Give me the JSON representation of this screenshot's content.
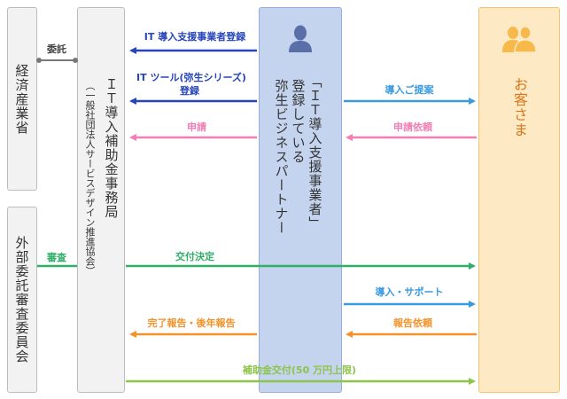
{
  "colors": {
    "navy": "#2545b8",
    "blue": "#3a9ae0",
    "pink": "#ef7fb4",
    "green": "#2faf67",
    "orange": "#f39228",
    "lime": "#8cc44a",
    "partner_fill": "#c5d4ee",
    "partner_border": "#98addb",
    "customer_fill": "#fde9c4",
    "customer_border": "#f2c46d"
  },
  "entities": {
    "meti": "経済産業省",
    "review": "外部委託審査委員会",
    "office_main": "ＩＴ導入補助金事務局",
    "office_sub": "（一般社団法人サービスデザイン推進協会）",
    "partner_line1": "「ＩＴ導入支援事業者」",
    "partner_line2": "登録している",
    "partner_line3": "弥生ビジネスパートナー",
    "customer": "お客さま"
  },
  "icons": {
    "partner": "person-icon",
    "customer": "people-icon"
  },
  "flows": {
    "commission": "委託",
    "review": "審査",
    "it_registration": "IT 導入支援事業者登録",
    "tool_registration_line1": "IT ツール(弥生シリーズ)",
    "tool_registration_line2": "登録",
    "introduction_proposal": "導入ご提案",
    "application_request": "申請依頼",
    "application": "申請",
    "grant_decision": "交付決定",
    "introduction_support": "導入・サポート",
    "report_request": "報告依頼",
    "completion_report": "完了報告・後年報告",
    "subsidy_payment": "補助金交付(50 万円上限)"
  }
}
